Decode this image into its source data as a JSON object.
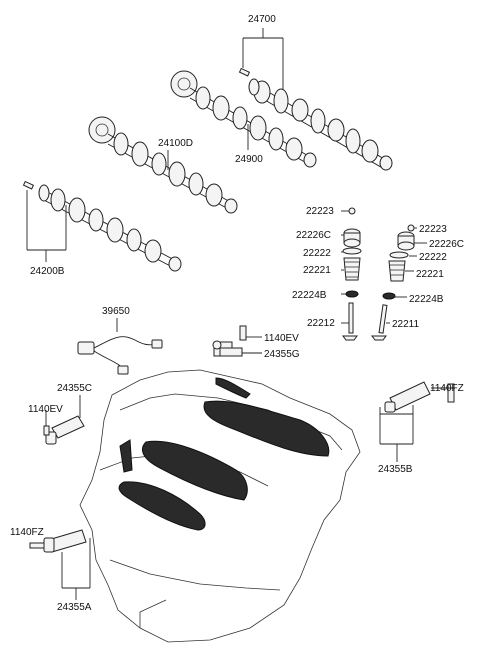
{
  "labels": {
    "l24700": "24700",
    "l24100D": "24100D",
    "l24900": "24900",
    "l24200B": "24200B",
    "l22223_left": "22223",
    "l22226C_left": "22226C",
    "l22222_left": "22222",
    "l22221_left": "22221",
    "l22224B_left": "22224B",
    "l22212": "22212",
    "l22223_right": "22223",
    "l22226C_right": "22226C",
    "l22222_right": "22222",
    "l22221_right": "22221",
    "l22224B_right": "22224B",
    "l22211": "22211",
    "l39650": "39650",
    "l1140EV_top": "1140EV",
    "l24355G": "24355G",
    "l24355C": "24355C",
    "l1140EV_left": "1140EV",
    "l1140FZ_right": "1140FZ",
    "l24355B": "24355B",
    "l1140FZ_left": "1140FZ",
    "l24355A": "24355A"
  },
  "colors": {
    "line": "#222222",
    "part_fill": "#f4f4f4",
    "dark_fill": "#2a2a2a",
    "background": "#ffffff"
  }
}
